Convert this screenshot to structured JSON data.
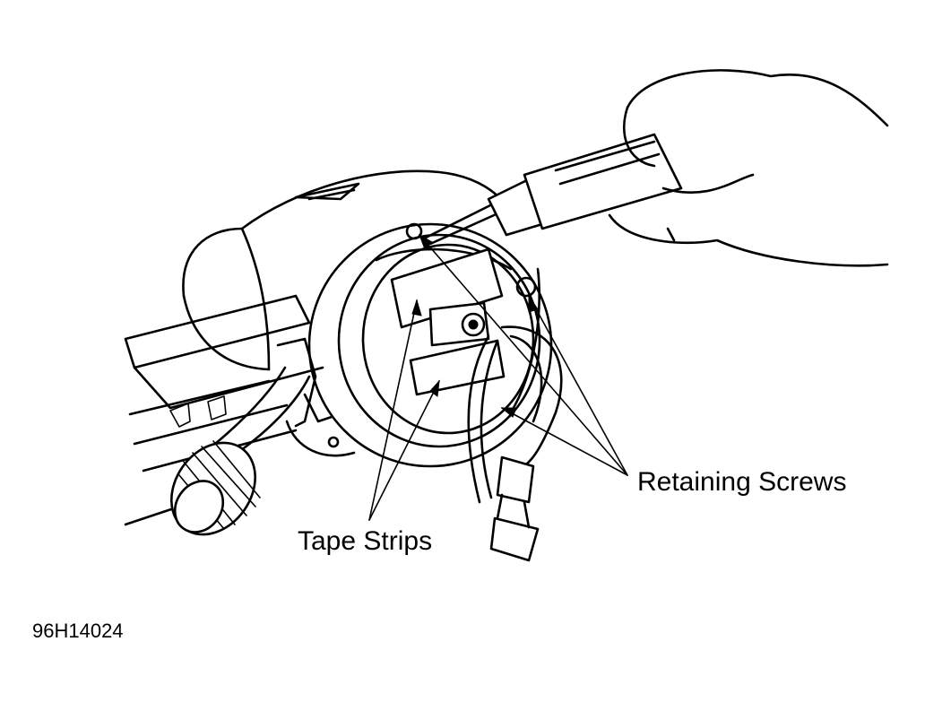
{
  "labels": {
    "retaining_screws": "Retaining Screws",
    "tape_strips": "Tape Strips",
    "figure_id": "96H14024"
  }
}
